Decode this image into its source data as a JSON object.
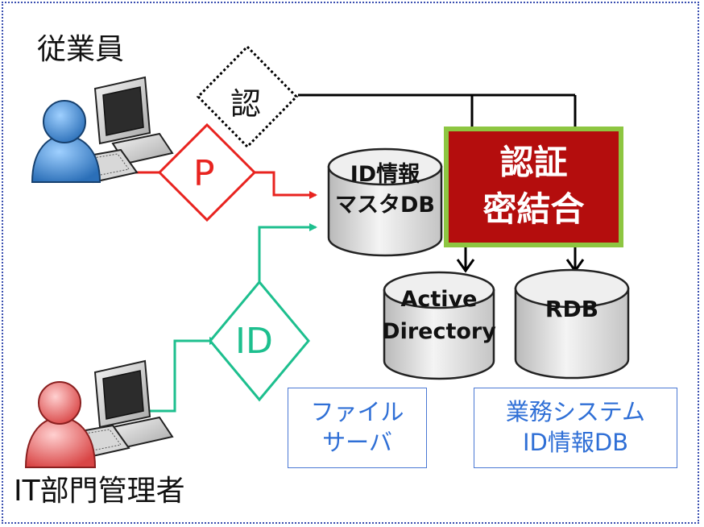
{
  "labels": {
    "employee": "従業員",
    "it_admin": "IT部門管理者"
  },
  "auth_diamond": "認",
  "p_diamond": "P",
  "id_diamond": "ID",
  "master_db": {
    "line1": "ID情報",
    "line2": "マスタDB"
  },
  "active_directory": {
    "line1": "Active",
    "line2": "Directory"
  },
  "rdb": "RDB",
  "file_server": {
    "line1": "ファイル",
    "line2": "サーバ"
  },
  "business_system": {
    "line1": "業務システム",
    "line2": "ID情報DB"
  },
  "tight_coupling": {
    "line1": "認証",
    "line2": "密結合"
  },
  "colors": {
    "frame": "#3a4fb0",
    "password_path": "#e8231f",
    "id_path": "#1dbf8e",
    "seal_fill": "#b40d0d",
    "seal_border": "#8dc641",
    "box_text": "#2f6fd6"
  }
}
